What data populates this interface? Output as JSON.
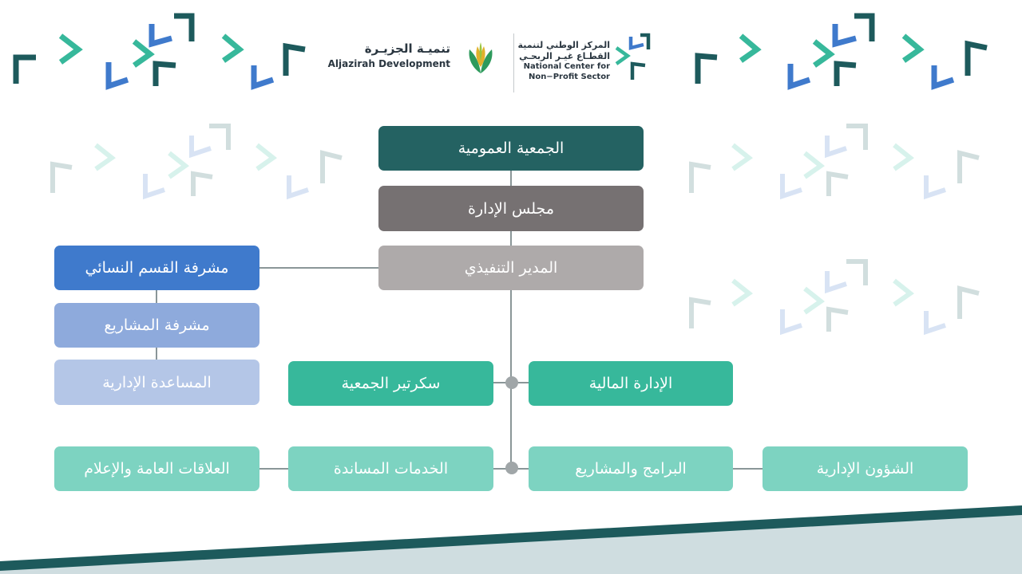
{
  "header": {
    "aljazirah_ar": "تنميـة الجزيـرة",
    "aljazirah_en": "Aljazirah Development",
    "ncnp_ar_1": "المركز الوطني لتنمية",
    "ncnp_ar_2": "القطـاع غيـر الربحـي",
    "ncnp_en_1": "National Center for",
    "ncnp_en_2": "Non−Profit Sector"
  },
  "org": {
    "general_assembly": "الجمعية العمومية",
    "board": "مجلس الإدارة",
    "executive_director": "المدير التنفيذي",
    "women_section_supervisor": "مشرفة القسم النسائي",
    "projects_supervisor": "مشرفة المشاريع",
    "admin_assistant": "المساعدة الإدارية",
    "association_secretary": "سكرتير الجمعية",
    "finance_department": "الإدارة المالية",
    "public_relations_media": "العلاقات العامة والإعلام",
    "support_services": "الخدمات المساندة",
    "programs_projects": "البرامج والمشاريع",
    "administrative_affairs": "الشؤون الإدارية"
  },
  "colors": {
    "dark_teal": "#246262",
    "dark_gray": "#767172",
    "light_gray": "#aeaaaa",
    "blue": "#3f7acc",
    "mid_blue": "#8eaadc",
    "light_blue": "#b4c6e7",
    "green_teal": "#37b89b",
    "light_teal": "#7dd3c1",
    "connector": "#8a9698"
  }
}
